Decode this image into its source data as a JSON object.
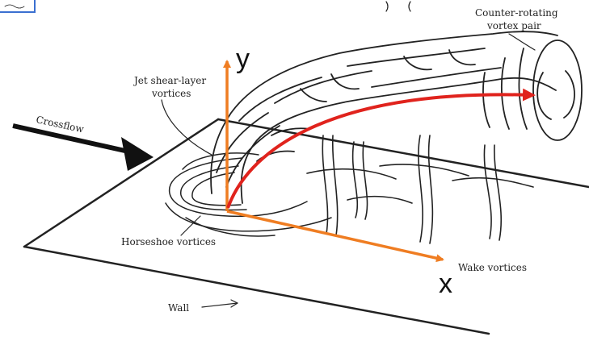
{
  "labels": {
    "counter_rotating_line1": "Counter-rotating",
    "counter_rotating_line2": "vortex pair",
    "jet_shear_line1": "Jet shear-layer",
    "jet_shear_line2": "vortices",
    "crossflow": "Crossflow",
    "horseshoe": "Horseshoe vortices",
    "wake": "Wake vortices",
    "wall": "Wall"
  },
  "axes": {
    "x_label": "x",
    "y_label": "y"
  },
  "colors": {
    "axis": "#ef7d22",
    "trajectory": "#e0231d",
    "ink": "#222222",
    "corner_box": "#3a6fd0"
  }
}
